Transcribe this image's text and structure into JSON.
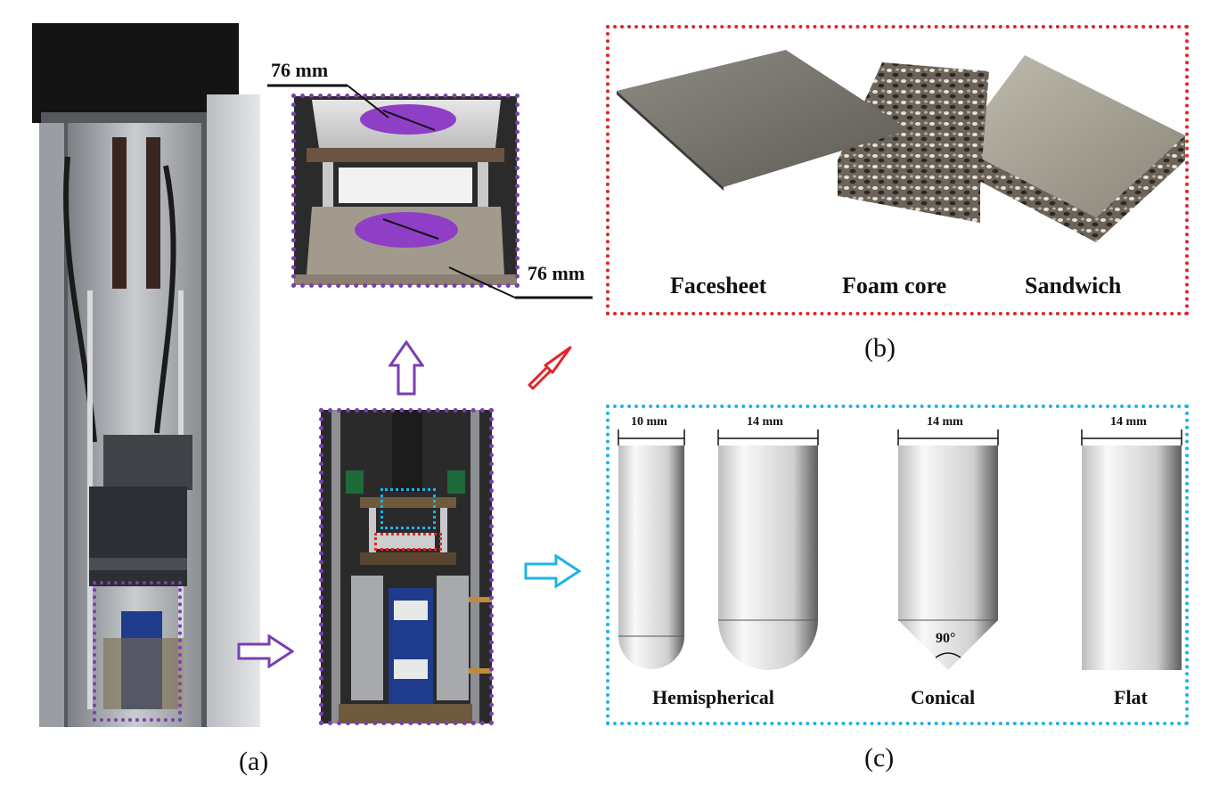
{
  "captions": {
    "a": "(a)",
    "b": "(b)",
    "c": "(c)"
  },
  "fixture": {
    "top_dim": "76 mm",
    "bottom_dim": "76 mm"
  },
  "materials": {
    "facesheet": "Facesheet",
    "foam_core": "Foam core",
    "sandwich": "Sandwich"
  },
  "impactors": {
    "hemi_small_dim": "10 mm",
    "hemi_large_dim": "14 mm",
    "conical_dim": "14 mm",
    "flat_dim": "14 mm",
    "conical_angle": "90°",
    "hemispherical": "Hemispherical",
    "conical": "Conical",
    "flat": "Flat"
  },
  "colors": {
    "purple_frame": "#7a3fb0",
    "red_frame": "#e0262a",
    "cyan_frame": "#1fb3e6",
    "arrow_purple": "#7a3fb0",
    "arrow_red": "#e0262a",
    "arrow_cyan": "#1fb3e6"
  }
}
